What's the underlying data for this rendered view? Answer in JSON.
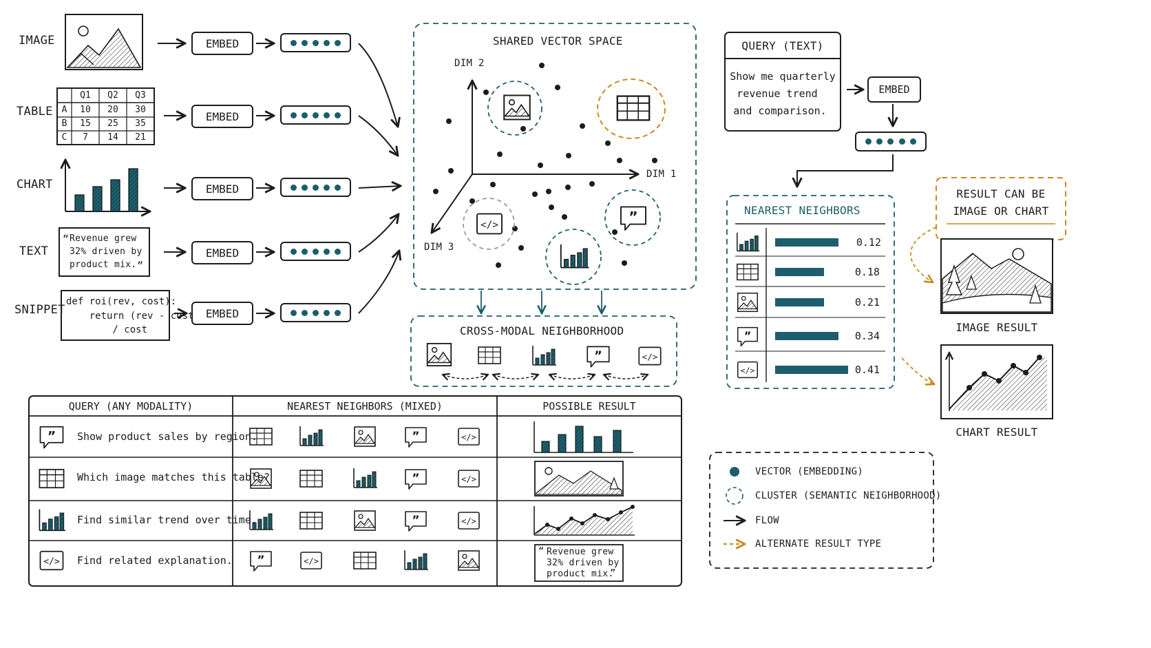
{
  "inputs": {
    "image_label": "IMAGE",
    "table_label": "TABLE",
    "chart_label": "CHART",
    "text_label": "TEXT",
    "snippet_label": "SNIPPET",
    "embed_label": "EMBED",
    "table": {
      "columns": [
        "Q1",
        "Q2",
        "Q3"
      ],
      "rows": [
        {
          "key": "A",
          "values": [
            "10",
            "20",
            "30"
          ]
        },
        {
          "key": "B",
          "values": [
            "15",
            "25",
            "35"
          ]
        },
        {
          "key": "C",
          "values": [
            "7",
            "14",
            "21"
          ]
        }
      ]
    },
    "text_quote": {
      "open": "“",
      "line1": "Revenue grew",
      "line2": "32% driven by",
      "line3": "product mix.",
      "close": "”"
    },
    "snippet_code": {
      "line1": "def roi(rev, cost):",
      "line2": "    return (rev - cost)",
      "line3": "        / cost"
    }
  },
  "space": {
    "title": "SHARED VECTOR SPACE",
    "dim1": "DIM 1",
    "dim2": "DIM 2",
    "dim3": "DIM 3"
  },
  "cross_modal": {
    "title": "CROSS-MODAL NEIGHBORHOOD"
  },
  "query": {
    "title": "QUERY (TEXT)",
    "line1": "Show me quarterly",
    "line2": "revenue trend",
    "line3": "and comparison.",
    "embed_label": "EMBED"
  },
  "neighbors": {
    "title": "NEAREST NEIGHBORS",
    "items": [
      {
        "icon": "bar-chart-icon",
        "score": "0.12",
        "bar": 0.78
      },
      {
        "icon": "table-icon",
        "score": "0.18",
        "bar": 0.6
      },
      {
        "icon": "image-icon",
        "score": "0.21",
        "bar": 0.6
      },
      {
        "icon": "quote-icon",
        "score": "0.34",
        "bar": 0.78
      },
      {
        "icon": "code-icon",
        "score": "0.41",
        "bar": 0.9
      }
    ]
  },
  "result": {
    "note_line1": "RESULT CAN BE",
    "note_line2": "IMAGE OR CHART",
    "image_caption": "IMAGE RESULT",
    "chart_caption": "CHART RESULT"
  },
  "examples": {
    "headers": [
      "QUERY (ANY MODALITY)",
      "NEAREST NEIGHBORS (MIXED)",
      "POSSIBLE RESULT"
    ],
    "rows": [
      {
        "query_icon": "quote-icon",
        "query": "Show product sales by region.",
        "neighbors": [
          "table-icon",
          "bar-chart-icon",
          "image-icon",
          "quote-icon",
          "code-icon"
        ],
        "result": "bar-chart"
      },
      {
        "query_icon": "table-icon",
        "query": "Which image matches this table?",
        "neighbors": [
          "image-icon",
          "table-icon",
          "bar-chart-icon",
          "quote-icon",
          "code-icon"
        ],
        "result": "landscape-image"
      },
      {
        "query_icon": "bar-chart-icon",
        "query": "Find similar trend over time.",
        "neighbors": [
          "bar-chart-icon",
          "table-icon",
          "image-icon",
          "quote-icon",
          "code-icon"
        ],
        "result": "trend-chart"
      },
      {
        "query_icon": "code-icon",
        "query": "Find related explanation.",
        "neighbors": [
          "quote-icon",
          "code-icon",
          "table-icon",
          "bar-chart-icon",
          "image-icon"
        ],
        "result": "quote-text"
      }
    ],
    "result_quote": {
      "open": "“",
      "line1": "Revenue grew",
      "line2": "32% driven by",
      "line3": "product mix.",
      "close": "”"
    }
  },
  "legend": {
    "vector": "VECTOR (EMBEDDING)",
    "cluster": "CLUSTER (SEMANTIC NEIGHBORHOOD)",
    "flow": "FLOW",
    "alternate": "ALTERNATE RESULT TYPE"
  },
  "colors": {
    "teal": "#1c5e6b",
    "orange": "#c98a1c",
    "gray": "#9a9a9a",
    "ink": "#1c1c1c"
  }
}
